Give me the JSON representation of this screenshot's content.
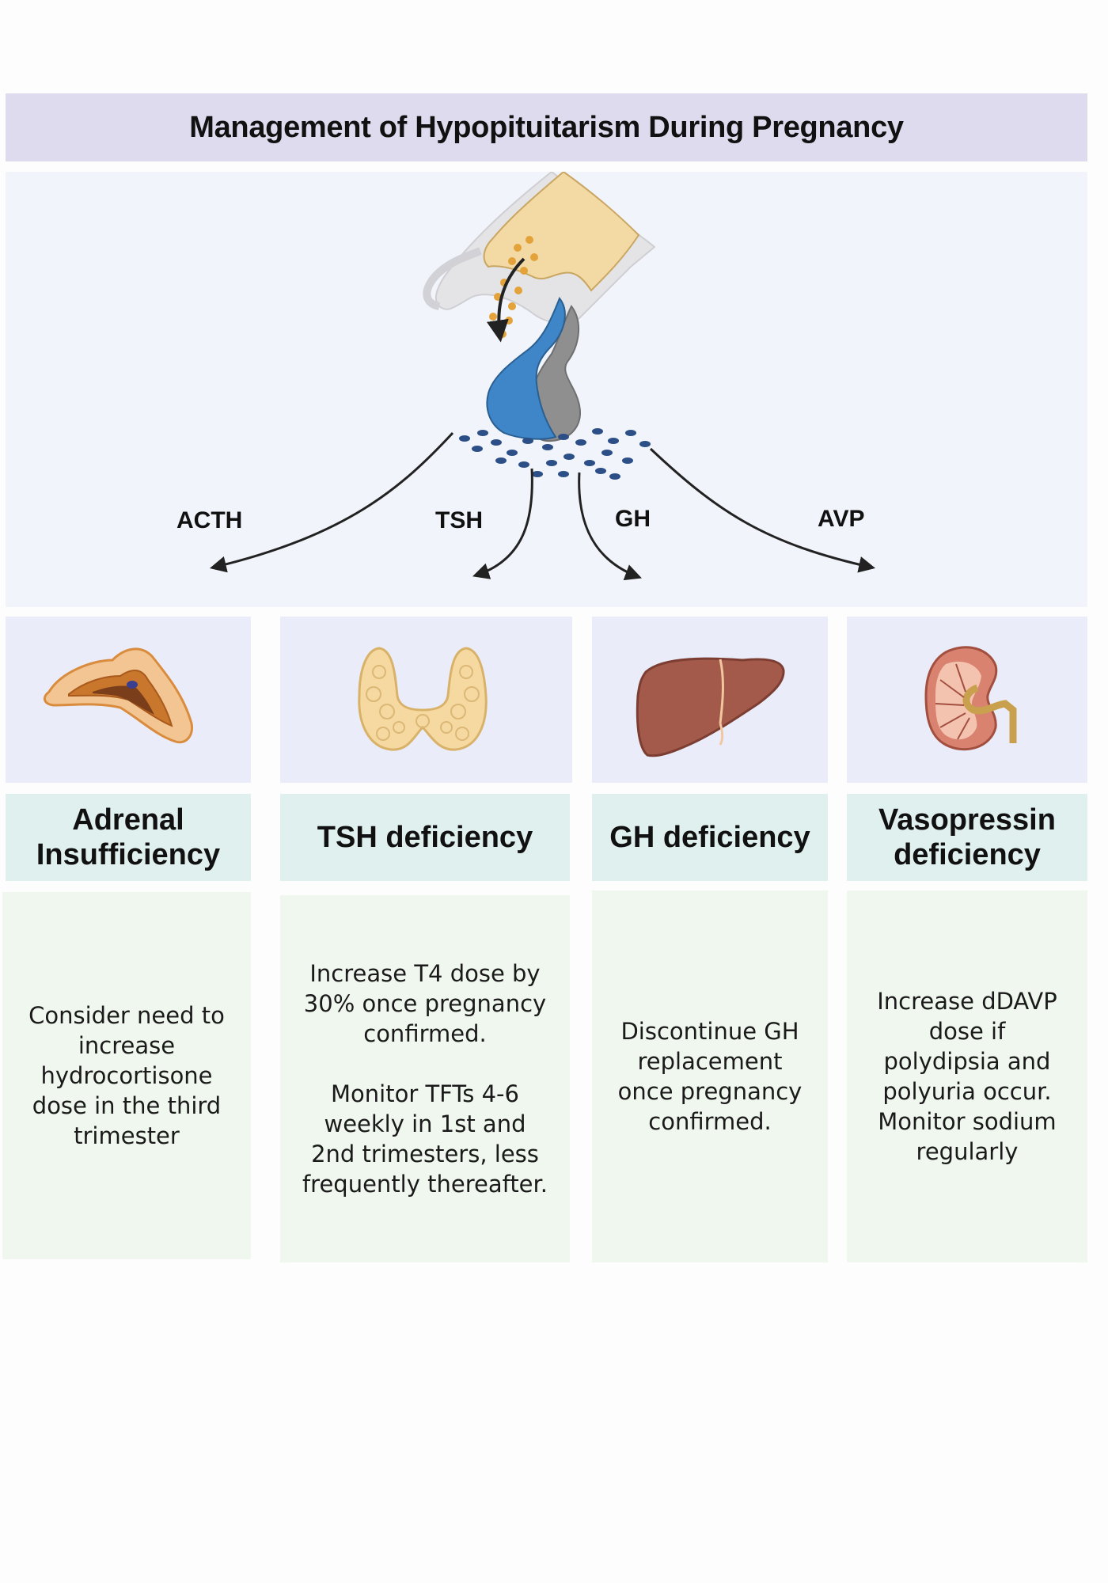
{
  "title": "Management of Hypopituitarism During Pregnancy",
  "hormones": {
    "acth": "ACTH",
    "tsh": "TSH",
    "gh": "GH",
    "avp": "AVP"
  },
  "columns": [
    {
      "organ_icon": "adrenal-gland-icon",
      "heading": "Adrenal\nInsufficiency",
      "body": "Consider need to\nincrease\nhydrocortisone\ndose in the third\ntrimester"
    },
    {
      "organ_icon": "thyroid-gland-icon",
      "heading": "TSH deficiency",
      "body": "Increase T4 dose by\n30% once pregnancy\nconfirmed.\n\nMonitor TFTs 4-6\nweekly in 1st and\n2nd trimesters,  less\nfrequently thereafter."
    },
    {
      "organ_icon": "liver-icon",
      "heading": "GH deficiency",
      "body": "Discontinue GH\nreplacement\nonce pregnancy\nconfirmed."
    },
    {
      "organ_icon": "kidney-icon",
      "heading": "Vasopressin\ndeficiency",
      "body": "Increase dDAVP\ndose if\npolydipsia and\npolyuria occur.\nMonitor sodium\nregularly"
    }
  ],
  "colors": {
    "title_bg": "#dedbee",
    "hero_bg": "#f1f4fa",
    "organ_bg": "#eaedf9",
    "heading_bg": "#e0f0ee",
    "body_bg": "#f0f7ee",
    "anterior_pituitary": "#3f86c8",
    "posterior_pituitary": "#8f8f8f",
    "hypothalamus": "#f3d9a4",
    "hormone_dots": "#2b4f86"
  }
}
